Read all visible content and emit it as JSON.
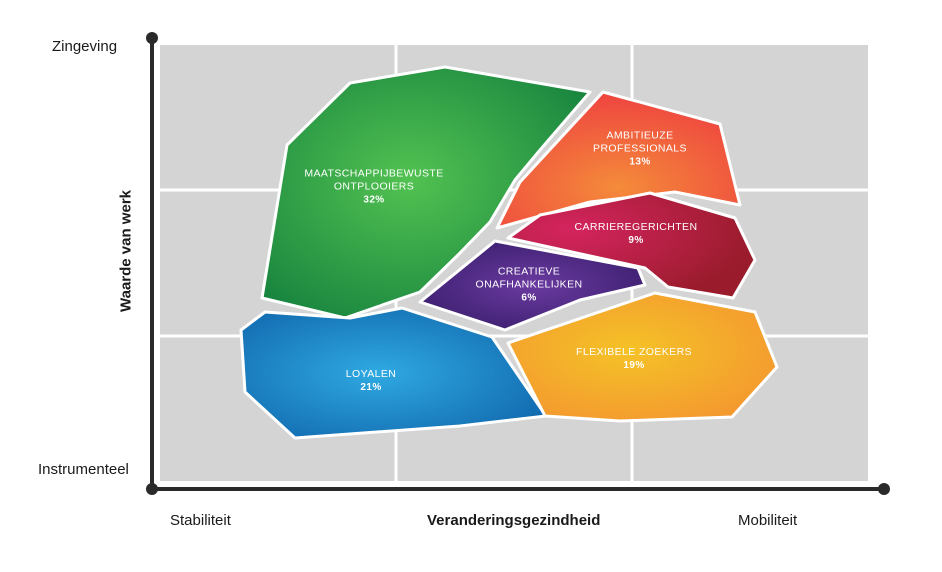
{
  "axes": {
    "y_title": "Waarde van werk",
    "y_top": "Zingeving",
    "y_bottom": "Instrumenteel",
    "x_title": "Veranderingsgezindheid",
    "x_left": "Stabiliteit",
    "x_right": "Mobiliteit"
  },
  "segments": [
    {
      "id": "maatschappijbewuste-ontplooiers",
      "lines": [
        "MAATSCHAPPIJBEWUSTE",
        "ONTPLOOIERS"
      ],
      "pct": "32%",
      "colors": [
        "#52c251",
        "#0e7a3c"
      ]
    },
    {
      "id": "ambitieuze-professionals",
      "lines": [
        "AMBITIEUZE",
        "PROFESSIONALS"
      ],
      "pct": "13%",
      "colors": [
        "#f48b3a",
        "#ee3e40"
      ]
    },
    {
      "id": "carrieregerichten",
      "lines": [
        "CARRIEREGERICHTEN"
      ],
      "pct": "9%",
      "colors": [
        "#d5245f",
        "#9a1c2c"
      ]
    },
    {
      "id": "creatieve-onafhankelijken",
      "lines": [
        "CREATIEVE",
        "ONAFHANKELIJKEN"
      ],
      "pct": "6%",
      "colors": [
        "#6a3aa0",
        "#2e1760"
      ]
    },
    {
      "id": "loyalen",
      "lines": [
        "LOYALEN"
      ],
      "pct": "21%",
      "colors": [
        "#2fa9e1",
        "#0c5ea6"
      ]
    },
    {
      "id": "flexibele-zoekers",
      "lines": [
        "FLEXIBELE ZOEKERS"
      ],
      "pct": "19%",
      "colors": [
        "#f5c227",
        "#f39031"
      ]
    }
  ]
}
